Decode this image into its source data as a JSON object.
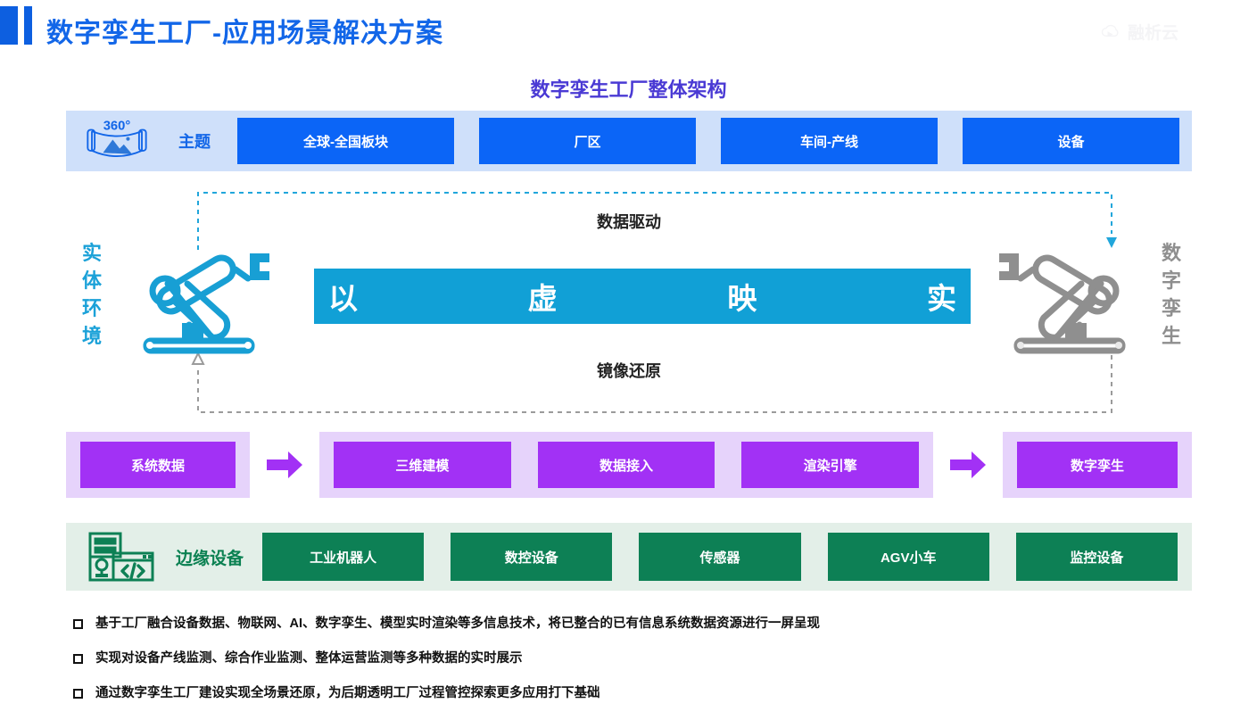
{
  "header": {
    "title": "数字孪生工厂-应用场景解决方案",
    "watermark": "融析云",
    "accent_color": "#1266e8"
  },
  "architecture": {
    "title": "数字孪生工厂整体架构",
    "title_color": "#4a3ad4"
  },
  "theme_row": {
    "icon": "panorama-360-icon",
    "icon_text": "360°",
    "label": "主题",
    "band_color": "#cfe0fa",
    "cell_color": "#0b65f7",
    "cells": [
      {
        "label": "全球-全国板块"
      },
      {
        "label": "厂区"
      },
      {
        "label": "车间-产线"
      },
      {
        "label": "设备"
      }
    ]
  },
  "mirror_section": {
    "left_label": "实体环境",
    "right_label": "数字孪生",
    "top_flow_label": "数据驱动",
    "bottom_flow_label": "镜像还原",
    "bar_color": "#11a0d6",
    "bar_words": [
      "以",
      "虚",
      "映",
      "实"
    ],
    "left_arm_color": "#189fd4",
    "right_arm_color": "#8f8f8f"
  },
  "pipeline_row": {
    "panel_color": "#e6d3fb",
    "box_color": "#a231f5",
    "arrow_color": "#a231f5",
    "group1": [
      "系统数据"
    ],
    "group2": [
      "三维建模",
      "数据接入",
      "渲染引擎"
    ],
    "group3": [
      "数字孪生"
    ]
  },
  "edge_row": {
    "icon": "edge-device-icon",
    "label": "边缘设备",
    "band_color": "#e3efe8",
    "cell_color": "#0d8055",
    "cells": [
      {
        "label": "工业机器人"
      },
      {
        "label": "数控设备"
      },
      {
        "label": "传感器"
      },
      {
        "label": "AGV小车"
      },
      {
        "label": "监控设备"
      }
    ]
  },
  "bullets": [
    "基于工厂融合设备数据、物联网、AI、数字孪生、模型实时渲染等多信息技术，将已整合的已有信息系统数据资源进行一屏呈现",
    "实现对设备产线监测、综合作业监测、整体运营监测等多种数据的实时展示",
    "通过数字孪生工厂建设实现全场景还原，为后期透明工厂过程管控探索更多应用打下基础"
  ]
}
